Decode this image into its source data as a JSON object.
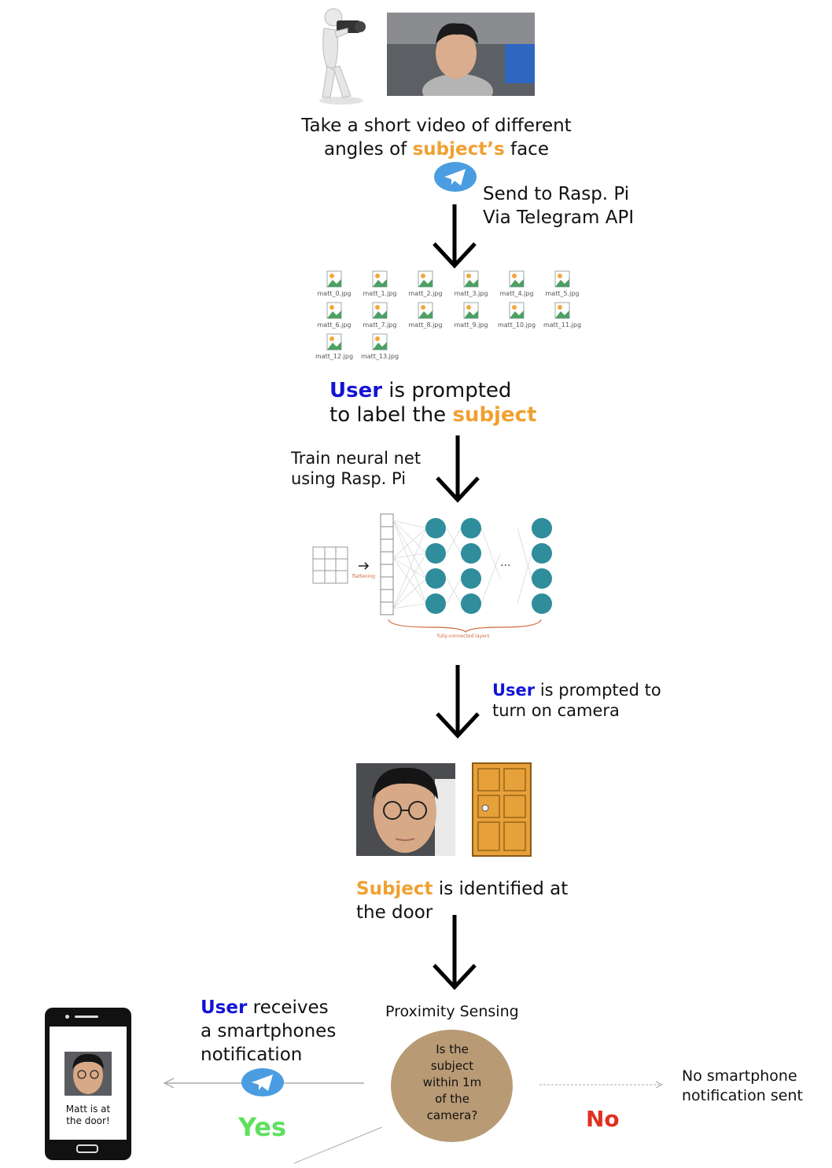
{
  "step1": {
    "caption_line1": "Take a short video of different",
    "caption_line2_pre": "angles of ",
    "caption_line2_subject": "subject’s",
    "caption_line2_post": " face"
  },
  "send": {
    "line1": "Send to Rasp. Pi",
    "line2": "Via Telegram API"
  },
  "files": [
    "matt_0.jpg",
    "matt_1.jpg",
    "matt_2.jpg",
    "matt_3.jpg",
    "matt_4.jpg",
    "matt_5.jpg",
    "matt_6.jpg",
    "matt_7.jpg",
    "matt_8.jpg",
    "matt_9.jpg",
    "matt_10.jpg",
    "matt_11.jpg",
    "matt_12.jpg",
    "matt_13.jpg"
  ],
  "label_step": {
    "user": "User",
    "line1_post": " is prompted",
    "line2_pre": "to label the ",
    "subject": "subject"
  },
  "train": {
    "line1": "Train neural net",
    "line2": "using Rasp. Pi"
  },
  "nn": {
    "ellipsis": "...",
    "flatten_label": "flattening",
    "layers_label": "fully-connected layers"
  },
  "camera_step": {
    "user": "User",
    "line1_post": " is prompted to",
    "line2": "turn on camera"
  },
  "identified": {
    "subject": "Subject",
    "line1_post": " is identified at",
    "line2": "the door"
  },
  "proximity": {
    "title": "Proximity Sensing",
    "question": [
      "Is the",
      "subject",
      "within 1m",
      "of the",
      "camera?"
    ]
  },
  "notify": {
    "user": "User",
    "line1_post": " receives",
    "line2": "a smartphones",
    "line3": "notification",
    "yes": "Yes"
  },
  "no_branch": {
    "no": "No",
    "line1": "No smartphone",
    "line2": "notification sent"
  },
  "phone": {
    "message_line1": "Matt is at",
    "message_line2": "the door!"
  },
  "colors": {
    "blue": "#1414d6",
    "orange": "#f0a030",
    "yes": "#5fe05f",
    "no": "#e03020",
    "decision": "#b89a74",
    "node": "#2f8d9c",
    "telegram": "#4a9de0"
  }
}
